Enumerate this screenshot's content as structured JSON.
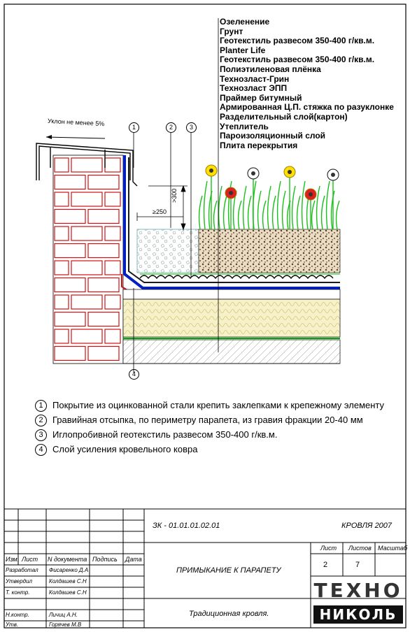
{
  "layers": [
    "Озеленение",
    "Грунт",
    "Геотекстиль развесом 350-400 г/кв.м.",
    "Planter Life",
    "Геотекстиль развесом 350-400 г/кв.м.",
    "Полиэтиленовая плёнка",
    "Технозласт-Грин",
    "Технозласт ЭПП",
    "Праймер битумный",
    "Армированная Ц.П. стяжка по разуклонке",
    "Разделительный слой(картон)",
    "Утеплитель",
    "Пароизоляционный слой",
    "Плита перекрытия"
  ],
  "slope_label": "Уклон не менее 5%",
  "dim_horizontal": "≥250",
  "dim_vertical": ">300",
  "callouts": [
    "1",
    "2",
    "3",
    "4"
  ],
  "notes": [
    {
      "num": "1",
      "text": "Покрытие из оцинкованной стали крепить заклепками к крепежному элементу"
    },
    {
      "num": "2",
      "text": "Гравийная отсыпка, по периметру парапета, из гравия фракции 20-40 мм"
    },
    {
      "num": "3",
      "text": "Иглопробивной геотекстиль развесом 350-400 г/кв.м."
    },
    {
      "num": "4",
      "text": "Слой усиления кровельного ковра"
    }
  ],
  "titleblock": {
    "code": "ЗК - 01.01.01.02.01",
    "project": "КРОВЛЯ 2007",
    "title": "ПРИМЫКАНИЕ К ПАРАПЕТУ",
    "subtitle": "Традиционная кровля.",
    "col_headers": [
      "Изм.",
      "Лист",
      "N документа",
      "Подпись",
      "Дата"
    ],
    "roles": [
      {
        "role": "Разработал",
        "name": "Фисаренко Д.А"
      },
      {
        "role": "Утвердил",
        "name": "Колдашев С.Н"
      },
      {
        "role": "Т. контр.",
        "name": "Колдашев С.Н"
      },
      {
        "role": "Н.контр.",
        "name": "Личиц А.Н."
      },
      {
        "role": "Утв.",
        "name": "Горячев М.В"
      }
    ],
    "sheet_label": "Лист",
    "sheets_label": "Листов",
    "scale_label": "Масштаб",
    "sheet": "2",
    "sheets": "7",
    "logo_top": "ТЕХНО",
    "logo_bottom": "НИКОЛЬ"
  }
}
